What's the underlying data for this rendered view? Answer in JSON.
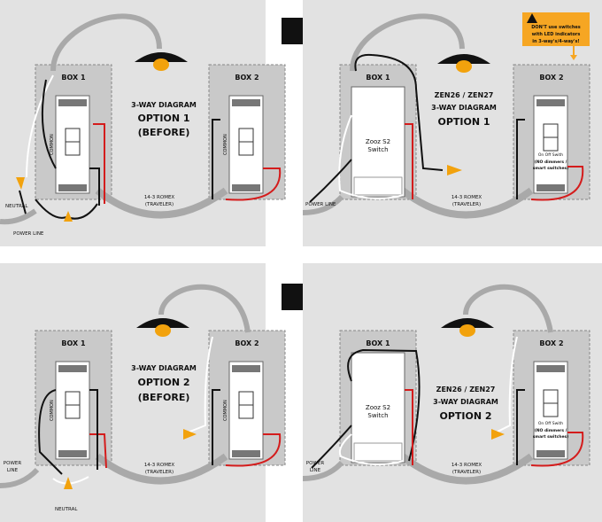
{
  "panels": [
    {
      "id": "p1",
      "box1": "BOX 1",
      "box2": "BOX 2",
      "title_lines": [
        "3-WAY DIAGRAM",
        "OPTION 1",
        "(BEFORE)"
      ],
      "romex_lines": [
        "14-3 ROMEX",
        "(TRAVELER)"
      ],
      "common_label": "COMMON",
      "neutral": "NEUTRAL",
      "power_line": "POWER LINE"
    },
    {
      "id": "p2",
      "box1": "BOX 1",
      "box2": "BOX 2",
      "title_lines": [
        "ZEN26 / ZEN27",
        "3-WAY DIAGRAM",
        "OPTION 1"
      ],
      "romex_lines": [
        "14-3 ROMEX",
        "(TRAVELER)"
      ],
      "switch_lines": [
        "Zooz S2",
        "Switch"
      ],
      "power_line": "POWER LINE",
      "onoff_lines": [
        "On Off Swith",
        "(NO dimmers /",
        "smart switches)"
      ],
      "warning_lines": [
        "DON'T use switches",
        "with LED indicators",
        "in 3-way's/4-way's!"
      ],
      "warning_icon": "!"
    },
    {
      "id": "p3",
      "box1": "BOX 1",
      "box2": "BOX 2",
      "title_lines": [
        "3-WAY DIAGRAM",
        "OPTION 2",
        "(BEFORE)"
      ],
      "romex_lines": [
        "14-3 ROMEX",
        "(TRAVELER)"
      ],
      "common_label": "COMMON",
      "neutral": "NEUTRAL",
      "power_lines": [
        "POWER",
        "LINE"
      ]
    },
    {
      "id": "p4",
      "box1": "BOX 1",
      "box2": "BOX 2",
      "title_lines": [
        "ZEN26 / ZEN27",
        "3-WAY DIAGRAM",
        "OPTION 2"
      ],
      "romex_lines": [
        "14-3 ROMEX",
        "(TRAVELER)"
      ],
      "switch_lines": [
        "Zooz S2",
        "Switch"
      ],
      "power_lines": [
        "POWER",
        "LINE"
      ],
      "onoff_lines": [
        "On Off Swith",
        "(NO dimmers /",
        "smart switches)"
      ]
    }
  ],
  "arrow_icon": "right-arrow-icon",
  "colors": {
    "panel_bg": "#e2e2e2",
    "box_fill": "#c9c9c9",
    "romex": "#a9a9a9",
    "wire_black": "#111111",
    "wire_red": "#d41c1c",
    "wire_white": "#ffffff",
    "wire_nut": "#f2a20d",
    "warning_bg": "#f6a623"
  }
}
